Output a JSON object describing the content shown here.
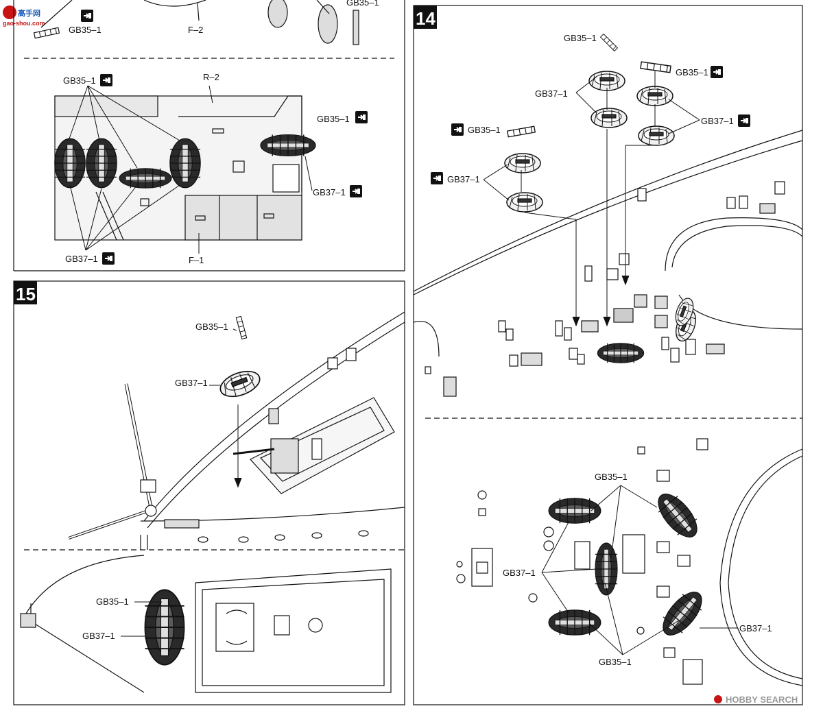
{
  "watermark_top": {
    "logo_text": "高手网",
    "url": "gao-shou.com"
  },
  "watermark_bottom": {
    "brand": "HOBBY SEARCH",
    "letters": "H"
  },
  "steps": [
    {
      "id": "step-14",
      "number": "14"
    },
    {
      "id": "step-15",
      "number": "15"
    }
  ],
  "parts": {
    "gb35": "GB35–1",
    "gb37": "GB37–1",
    "r2": "R–2",
    "f1": "F–1",
    "f2": "F–2"
  },
  "colors": {
    "line": "#111111",
    "float": "#2a2a2a",
    "float_light": "#dcdcdc",
    "wm_blue": "#1a58b8",
    "wm_red": "#c81414"
  },
  "icons": [
    "attach-icon"
  ]
}
